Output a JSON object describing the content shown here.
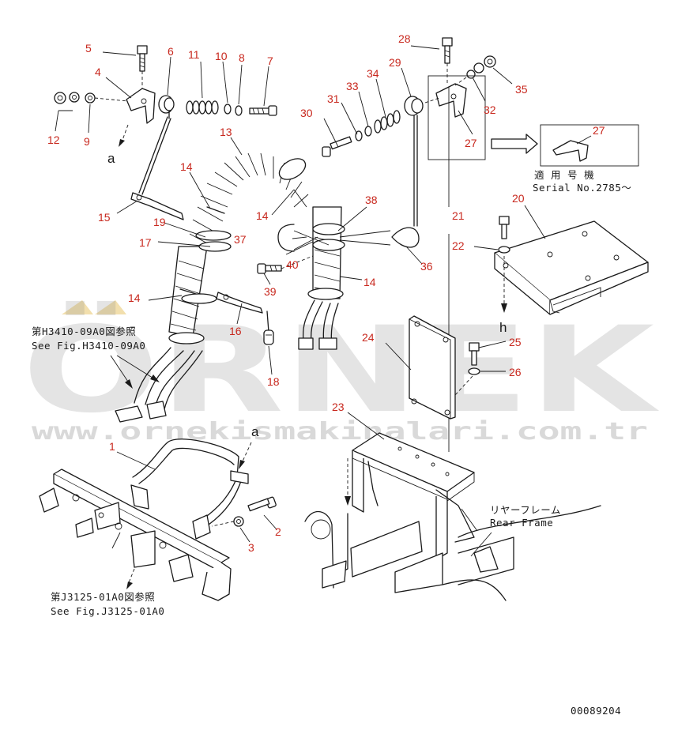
{
  "callouts": [
    {
      "id": "1",
      "text": "1"
    },
    {
      "id": "2",
      "text": "2"
    },
    {
      "id": "3",
      "text": "3"
    },
    {
      "id": "4",
      "text": "4"
    },
    {
      "id": "5",
      "text": "5"
    },
    {
      "id": "6",
      "text": "6"
    },
    {
      "id": "7",
      "text": "7"
    },
    {
      "id": "8",
      "text": "8"
    },
    {
      "id": "9",
      "text": "9"
    },
    {
      "id": "10",
      "text": "10"
    },
    {
      "id": "11",
      "text": "11"
    },
    {
      "id": "12",
      "text": "12"
    },
    {
      "id": "13",
      "text": "13"
    },
    {
      "id": "14",
      "text": "14"
    },
    {
      "id": "15",
      "text": "15"
    },
    {
      "id": "16",
      "text": "16"
    },
    {
      "id": "17",
      "text": "17"
    },
    {
      "id": "18",
      "text": "18"
    },
    {
      "id": "19",
      "text": "19"
    },
    {
      "id": "20",
      "text": "20"
    },
    {
      "id": "21",
      "text": "21"
    },
    {
      "id": "22",
      "text": "22"
    },
    {
      "id": "23",
      "text": "23"
    },
    {
      "id": "24",
      "text": "24"
    },
    {
      "id": "25",
      "text": "25"
    },
    {
      "id": "26",
      "text": "26"
    },
    {
      "id": "27",
      "text": "27"
    },
    {
      "id": "28",
      "text": "28"
    },
    {
      "id": "29",
      "text": "29"
    },
    {
      "id": "30",
      "text": "30"
    },
    {
      "id": "31",
      "text": "31"
    },
    {
      "id": "32",
      "text": "32"
    },
    {
      "id": "33",
      "text": "33"
    },
    {
      "id": "34",
      "text": "34"
    },
    {
      "id": "35",
      "text": "35"
    },
    {
      "id": "36",
      "text": "36"
    },
    {
      "id": "37",
      "text": "37"
    },
    {
      "id": "38",
      "text": "38"
    },
    {
      "id": "39",
      "text": "39"
    },
    {
      "id": "40",
      "text": "40"
    }
  ],
  "marks": {
    "a": "a",
    "h": "h"
  },
  "notes": {
    "serial_jp": "適 用 号 機",
    "serial_en": "Serial No.2785～",
    "ref_h_jp": "第H3410-09A0図参照",
    "ref_h_en": "See Fig.H3410-09A0",
    "ref_j_jp": "第J3125-01A0図参照",
    "ref_j_en": "See Fig.J3125-01A0",
    "rear_jp": "リヤーフレーム",
    "rear_en": "Rear Frame",
    "drawing_no": "00089204"
  },
  "watermark": {
    "brand": "ÖRNEK",
    "url": "www.ornekismakinalari.com.tr"
  },
  "colors": {
    "callout": "#c8281e",
    "line": "#1a1a1a",
    "watermark": "#8a8a8a"
  }
}
